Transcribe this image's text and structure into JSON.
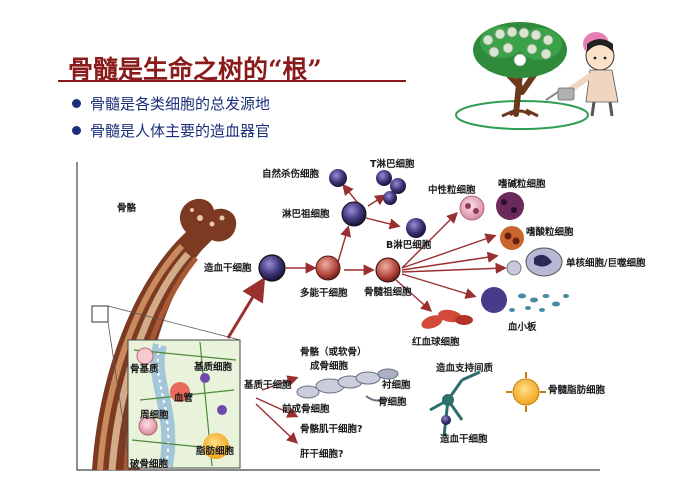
{
  "slide": {
    "title": "骨髓是生命之树的“根”",
    "bullets": [
      "骨髓是各类细胞的总发源地",
      "骨髓是人体主要的造血器官"
    ]
  },
  "figure": {
    "bone_label": "骨骼",
    "inset_labels": {
      "matrix": "骨基质",
      "stromal": "基质细胞",
      "vessel": "血管",
      "pericyte": "周细胞",
      "osteoclast": "破骨细胞",
      "adipocyte": "脂肪细胞"
    },
    "hematopoietic": {
      "hsc": "造血干细胞",
      "mpp": "多能干细胞",
      "lymphoid_prog": "淋巴祖细胞",
      "myeloid_prog": "骨髓祖细胞",
      "nk": "自然杀伤细胞",
      "t_cell": "T淋巴细胞",
      "b_cell": "B淋巴细胞",
      "neutrophil": "中性粒细胞",
      "basophil": "嗜碱粒细胞",
      "eosinophil": "嗜酸粒细胞",
      "monocyte": "单核细胞/巨噬细胞",
      "platelet": "血小板",
      "rbc": "红血球细胞"
    },
    "stromal_tree": {
      "msc": "基质干细胞",
      "bone_cartilage": "骨骼（或软骨）",
      "osteoblast": "成骨细胞",
      "lining": "衬细胞",
      "osteocyte": "骨细胞",
      "pre_osteoblast": "前成骨细胞",
      "muscle_stem": "骨骼肌干细胞?",
      "liver_stem": "肝干细胞?",
      "support_matrix": "造血支持间质",
      "support_stem": "造血干细胞",
      "marrow_adipocyte": "骨髓脂肪细胞"
    }
  },
  "colors": {
    "title": "#8b1a1a",
    "bullet": "#1c2f7a",
    "bone": "#8a4a2c",
    "cell_dark": "#2a2a4a",
    "arrow": "#9a2f2f"
  },
  "icons": [
    "tree-illustration",
    "child-watering-illustration"
  ]
}
